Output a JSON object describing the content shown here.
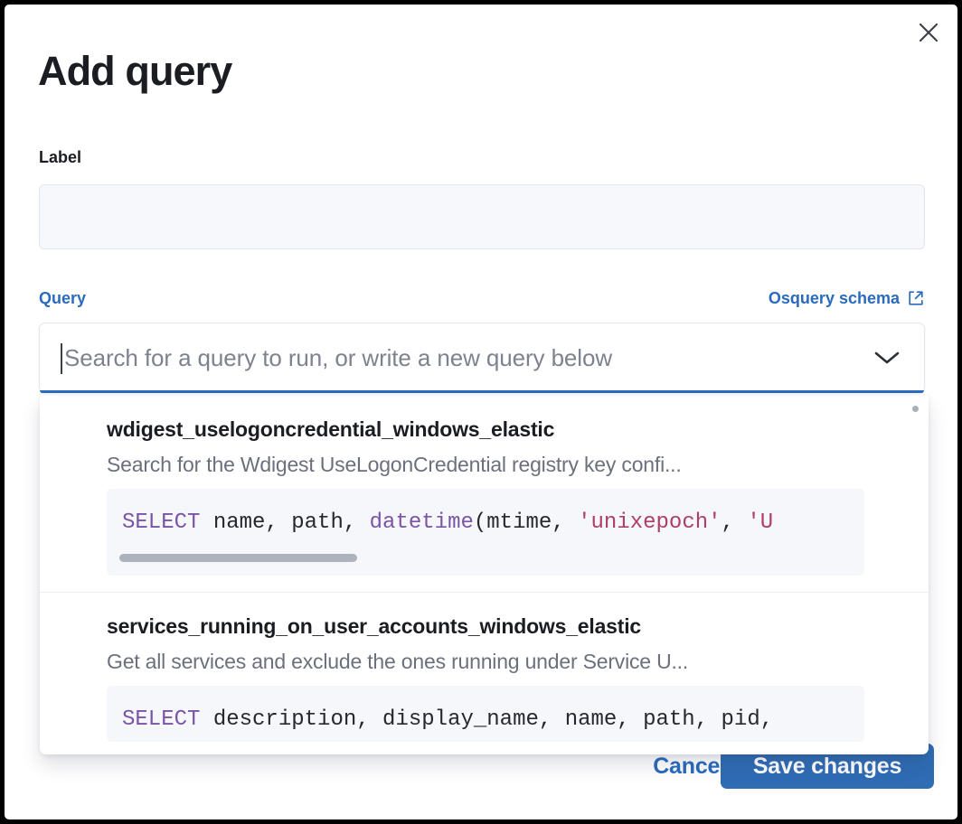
{
  "modal": {
    "title": "Add query",
    "close_icon": "close-icon"
  },
  "form": {
    "label_field": {
      "label": "Label",
      "value": "",
      "placeholder": ""
    },
    "query_field": {
      "label": "Query",
      "schema_link": {
        "text": "Osquery schema",
        "icon": "external-link-icon"
      },
      "combobox": {
        "value": "",
        "placeholder": "Search for a query to run, or write a new query below",
        "chevron_icon": "chevron-down-icon",
        "expanded": true
      }
    }
  },
  "dropdown": {
    "options": [
      {
        "title": "wdigest_uselogoncredential_windows_elastic",
        "description": "Search for the Wdigest UseLogonCredential registry key confi...",
        "code_tokens": [
          {
            "t": "SELECT",
            "k": "kw"
          },
          {
            "t": " name, path, ",
            "k": "plain"
          },
          {
            "t": "datetime",
            "k": "fn"
          },
          {
            "t": "(mtime, ",
            "k": "plain"
          },
          {
            "t": "'unixepoch'",
            "k": "str"
          },
          {
            "t": ", ",
            "k": "plain"
          },
          {
            "t": "'U",
            "k": "str"
          }
        ],
        "has_code_scrollbar": true
      },
      {
        "title": "services_running_on_user_accounts_windows_elastic",
        "description": "Get all services and exclude the ones running under Service U...",
        "code_tokens": [
          {
            "t": "SELECT",
            "k": "kw"
          },
          {
            "t": " description, display_name, name, path, pid,",
            "k": "plain"
          }
        ],
        "has_code_scrollbar": false
      }
    ]
  },
  "footer": {
    "cancel_label": "Cancel",
    "save_label": "Save changes"
  },
  "colors": {
    "accent_blue": "#2a6bbd",
    "save_button": "#2f6cb4",
    "keyword_purple": "#7b54a6",
    "string_crimson": "#ae3f66",
    "text_dark": "#1b1d22",
    "text_muted": "#6c707c",
    "input_bg": "#f7f8fc",
    "code_bg": "#f6f7fb"
  }
}
